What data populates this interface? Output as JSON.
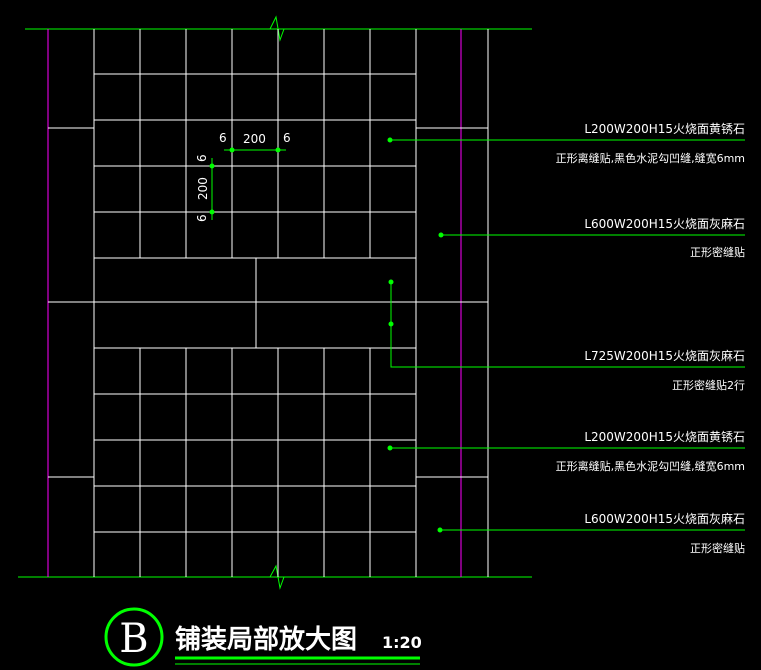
{
  "colors": {
    "background": "#000000",
    "line": "#ffffff",
    "green": "#00ff00",
    "magenta": "#ff00ff"
  },
  "dimensions": {
    "joint_top": "6",
    "tile_width": "200",
    "joint_top_right": "6",
    "joint_left_top": "6",
    "tile_height": "200",
    "joint_left_bottom": "6"
  },
  "callouts": [
    {
      "title": "L200W200H15火烧面黄锈石",
      "subtitle": "正形离缝贴,黑色水泥勾凹缝,缝宽6mm"
    },
    {
      "title": "L600W200H15火烧面灰麻石",
      "subtitle": "正形密缝贴"
    },
    {
      "title": "L725W200H15火烧面灰麻石",
      "subtitle": "正形密缝贴2行"
    },
    {
      "title": "L200W200H15火烧面黄锈石",
      "subtitle": "正形离缝贴,黑色水泥勾凹缝,缝宽6mm"
    },
    {
      "title": "L600W200H15火烧面灰麻石",
      "subtitle": "正形密缝贴"
    }
  ],
  "footer": {
    "badge_letter": "B",
    "title": "铺装局部放大图",
    "scale": "1:20"
  }
}
